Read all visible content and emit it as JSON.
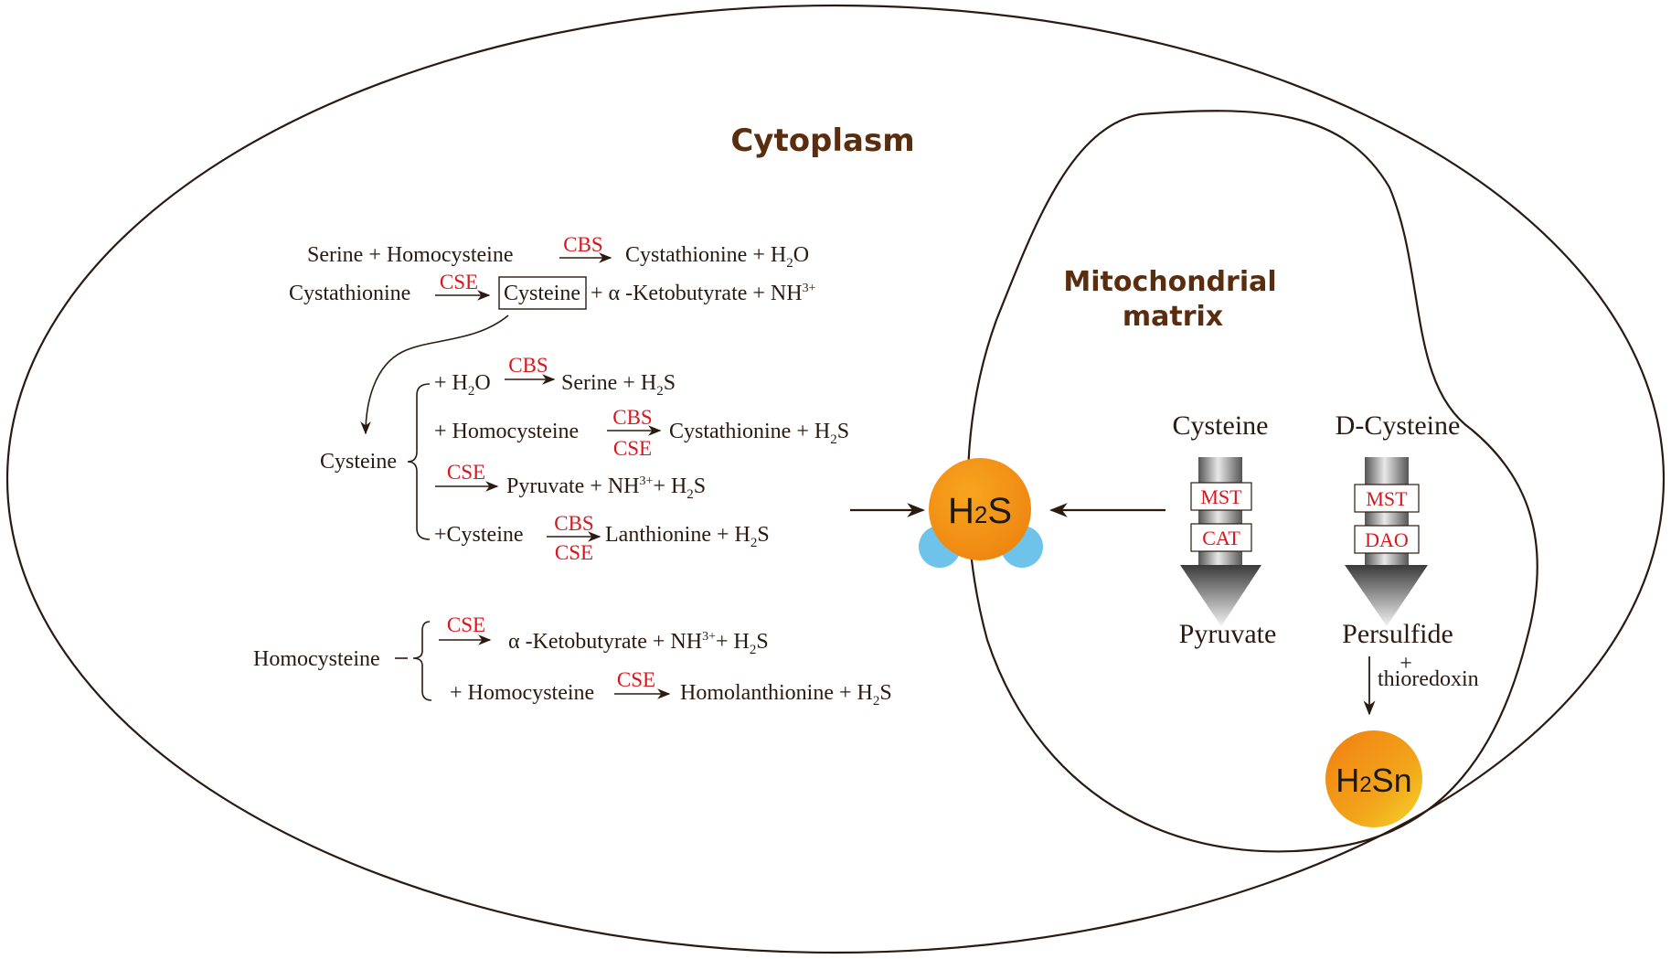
{
  "compartments": {
    "cytoplasm": "Cytoplasm",
    "mito_line1": "Mitochondrial",
    "mito_line2": "matrix"
  },
  "reactions": {
    "r1": {
      "left": "Serine + Homocysteine",
      "enzyme": "CBS",
      "right_a": "Cystathionine + H",
      "sub": "2",
      "right_b": "O"
    },
    "r2": {
      "left": "Cystathionine",
      "enzyme": "CSE",
      "boxed": "Cysteine",
      "right_a": "+ α -Ketobutyrate + NH",
      "sup": "3+"
    },
    "cys_label": "Cysteine",
    "c1": {
      "left_a": "+ H",
      "left_sub": "2",
      "left_b": "O",
      "enzyme": "CBS",
      "right_a": "Serine + H",
      "sub": "2",
      "right_b": "S"
    },
    "c2": {
      "left": "+ Homocysteine",
      "enzyme_top": "CBS",
      "enzyme_bottom": "CSE",
      "right_a": "Cystathionine + H",
      "sub": "2",
      "right_b": "S"
    },
    "c3": {
      "enzyme": "CSE",
      "right_a": "Pyruvate + NH",
      "sup": "3+",
      "right_b": "+ H",
      "sub": "2",
      "right_c": "S"
    },
    "c4": {
      "left": "+Cysteine",
      "enzyme_top": "CBS",
      "enzyme_bottom": "CSE",
      "right_a": "Lanthionine + H",
      "sub": "2",
      "right_b": "S"
    },
    "hcy_label": "Homocysteine",
    "h1": {
      "enzyme": "CSE",
      "right_a": "α -Ketobutyrate + NH",
      "sup": "3+",
      "right_b": "+ H",
      "sub": "2",
      "right_c": "S"
    },
    "h2": {
      "left": "+ Homocysteine",
      "enzyme": "CSE",
      "right_a": "Homolanthionine + H",
      "sub": "2",
      "right_b": "S"
    }
  },
  "molecules": {
    "h2s_a": "H",
    "h2s_sub": "2",
    "h2s_b": "S",
    "h2sn_a": "H",
    "h2sn_sub": "2",
    "h2sn_b": "Sn"
  },
  "mito_pathways": {
    "left": {
      "substrate": "Cysteine",
      "enzyme1": "MST",
      "enzyme2": "CAT",
      "product": "Pyruvate"
    },
    "right": {
      "substrate": "D-Cysteine",
      "enzyme1": "MST",
      "enzyme2": "DAO",
      "product": "Persulfide",
      "cofactor_plus": "+",
      "cofactor": "thioredoxin"
    }
  },
  "colors": {
    "enzyme": "#d8161d",
    "title": "#5a2d0e",
    "text": "#2b1a10",
    "h2s_orange": "#f39415",
    "water_blue": "#6ec3ea"
  }
}
